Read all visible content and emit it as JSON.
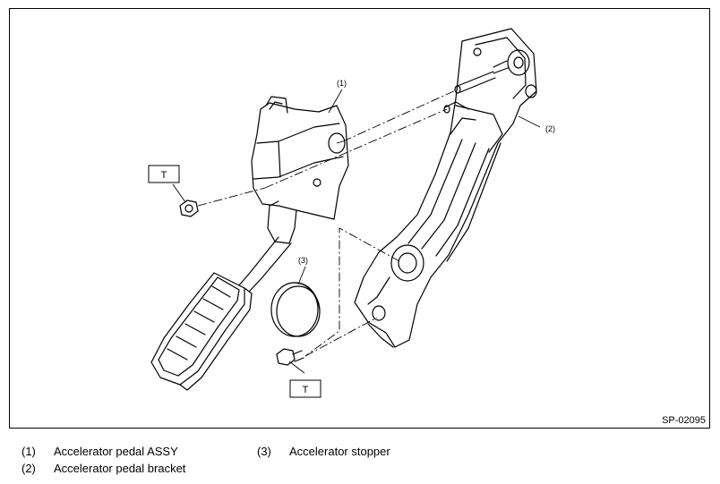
{
  "callouts": {
    "c1": "(1)",
    "c2": "(2)",
    "c3": "(3)"
  },
  "torque_marks": {
    "top": "T",
    "bottom": "T"
  },
  "figure_code": "SP-02095",
  "legend": [
    {
      "num": "(1)",
      "text": "Accelerator pedal ASSY"
    },
    {
      "num": "(2)",
      "text": "Accelerator pedal bracket"
    },
    {
      "num": "(3)",
      "text": "Accelerator stopper"
    }
  ]
}
